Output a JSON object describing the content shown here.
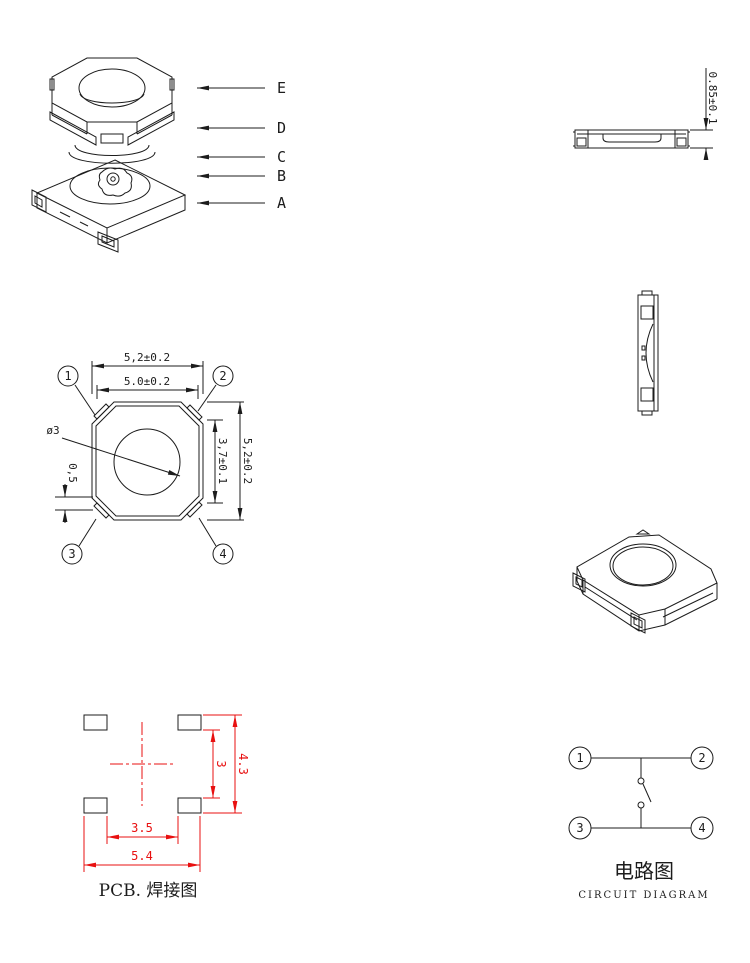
{
  "document": {
    "background": "#ffffff",
    "line_color": "#1c1c1c",
    "accent_red": "#e81010"
  },
  "exploded_view": {
    "part_labels": [
      "E",
      "D",
      "C",
      "B",
      "A"
    ]
  },
  "side_view": {
    "thickness_dim": "0.85±0.1"
  },
  "top_view": {
    "outer_width_dim": "5,2±0.2",
    "inner_width_dim": "5.0±0.2",
    "button_dia_dim": "ø3",
    "inner_height_dim": "3,7±0.1",
    "outer_height_dim": "5,2±0.2",
    "terminal_dim": "0,5",
    "pin_labels": [
      "1",
      "2",
      "3",
      "4"
    ]
  },
  "pcb_layout": {
    "pad_span_v_inner": "3",
    "pad_span_v_outer": "4.3",
    "pad_span_h_inner": "3.5",
    "pad_span_h_outer": "5.4",
    "caption": "PCB. 焊接图"
  },
  "circuit_diagram": {
    "pin_labels": [
      "1",
      "2",
      "3",
      "4"
    ],
    "caption_zh": "电路图",
    "caption_en": "CIRCUIT DIAGRAM"
  }
}
